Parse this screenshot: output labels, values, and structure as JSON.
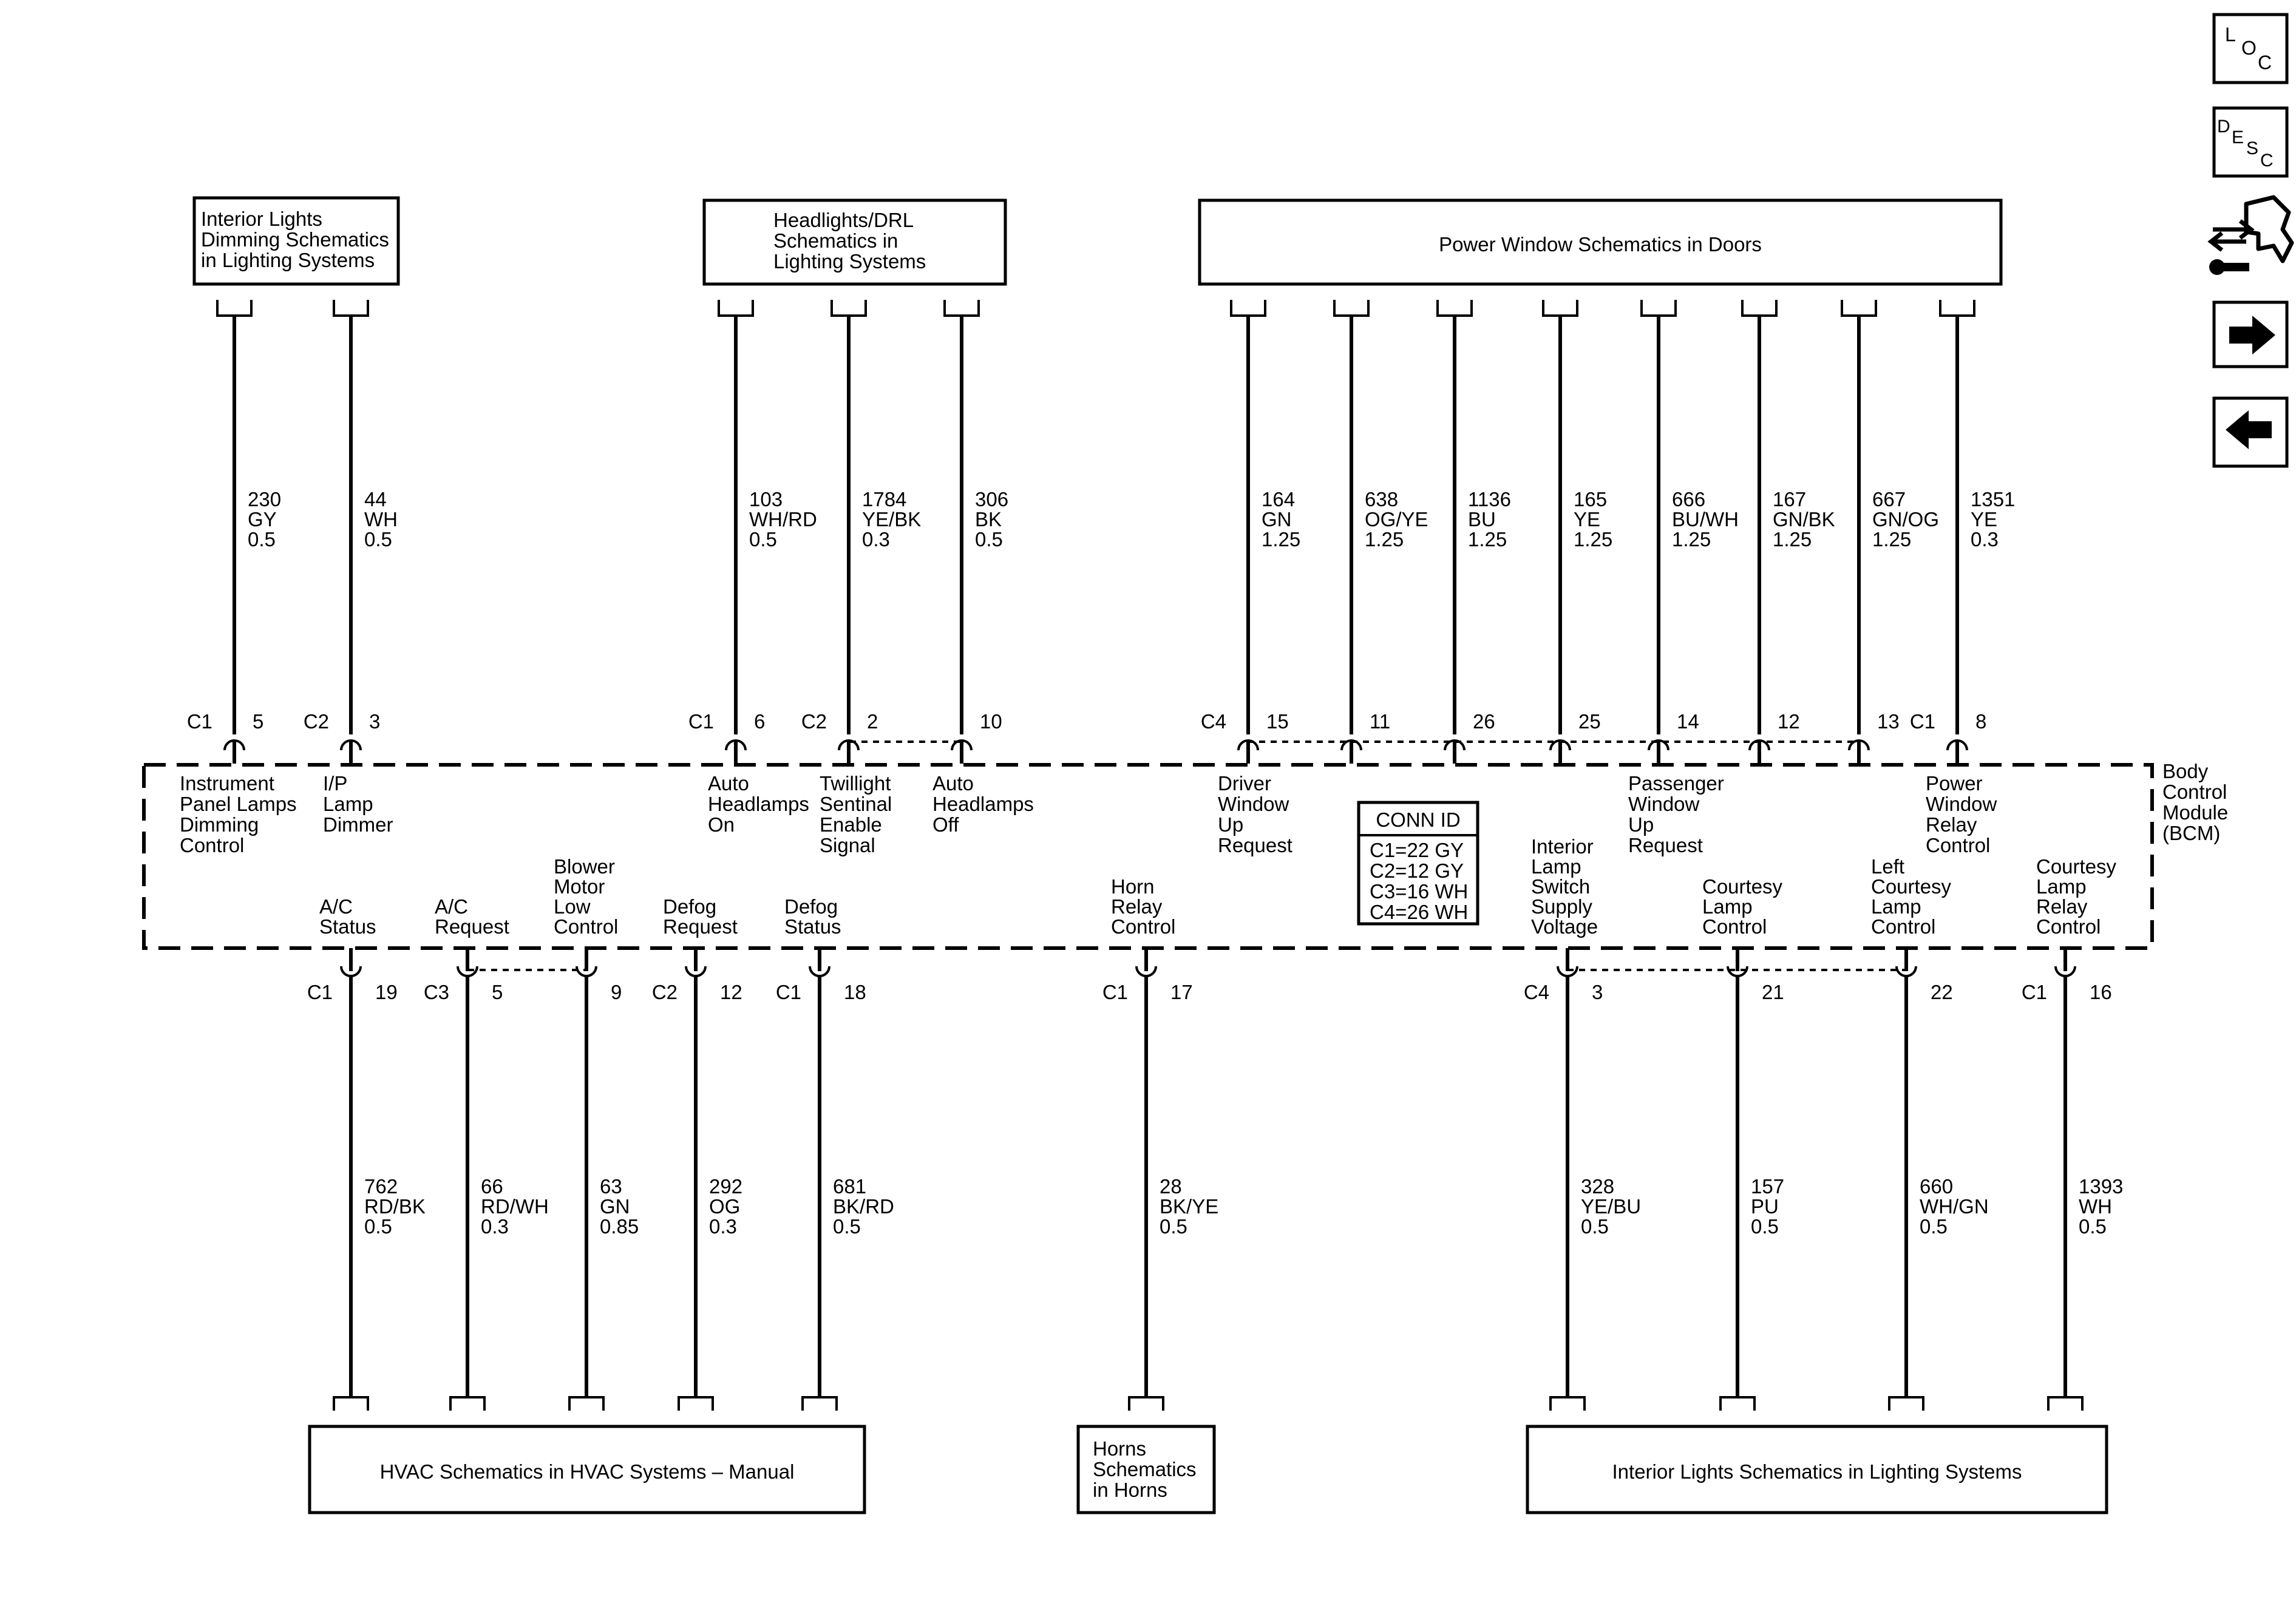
{
  "nav": {
    "loc_letters": [
      "L",
      "O",
      "C"
    ],
    "desc_letters": [
      "D",
      "E",
      "S",
      "C"
    ],
    "icons": [
      "loc-icon",
      "desc-icon",
      "connector-tool-icon",
      "arrow-right-icon",
      "arrow-left-icon"
    ]
  },
  "module": {
    "name_lines": [
      "Body",
      "Control",
      "Module",
      "(BCM)"
    ]
  },
  "conn_id": {
    "title": "CONN ID",
    "rows": [
      "C1=22 GY",
      "C2=12 GY",
      "C3=16 WH",
      "C4=26 WH"
    ]
  },
  "top_boxes": [
    {
      "id": "interior-dimming",
      "lines": [
        "Interior Lights",
        "Dimming Schematics",
        "in Lighting Systems"
      ]
    },
    {
      "id": "headlights-drl",
      "lines": [
        "Headlights/DRL",
        "Schematics in",
        "Lighting Systems"
      ]
    },
    {
      "id": "power-window",
      "lines": [
        "Power Window Schematics in Doors"
      ]
    }
  ],
  "bottom_boxes": [
    {
      "id": "hvac",
      "lines": [
        "HVAC Schematics in HVAC Systems – Manual"
      ]
    },
    {
      "id": "horns",
      "lines": [
        "Horns",
        "Schematics",
        "in Horns"
      ]
    },
    {
      "id": "interior-lights",
      "lines": [
        "Interior Lights Schematics in Lighting Systems"
      ]
    }
  ],
  "top_wires": [
    {
      "connector": "C1",
      "pin": "5",
      "circuit": "230",
      "color": "GY",
      "gauge": "0.5",
      "label": [
        "Instrument",
        "Panel Lamps",
        "Dimming",
        "Control"
      ]
    },
    {
      "connector": "C2",
      "pin": "3",
      "circuit": "44",
      "color": "WH",
      "gauge": "0.5",
      "label": [
        "I/P",
        "Lamp",
        "Dimmer"
      ]
    },
    {
      "connector": "C1",
      "pin": "6",
      "circuit": "103",
      "color": "WH/RD",
      "gauge": "0.5",
      "label": [
        "Auto",
        "Headlamps",
        "On"
      ]
    },
    {
      "connector": "C2",
      "pin": "2",
      "circuit": "1784",
      "color": "YE/BK",
      "gauge": "0.3",
      "label": [
        "Twillight",
        "Sentinal",
        "Enable",
        "Signal"
      ]
    },
    {
      "connector": "",
      "pin": "10",
      "circuit": "306",
      "color": "BK",
      "gauge": "0.5",
      "label": [
        "Auto",
        "Headlamps",
        "Off"
      ]
    },
    {
      "connector": "C4",
      "pin": "15",
      "circuit": "164",
      "color": "GN",
      "gauge": "1.25",
      "label": [
        "Driver",
        "Window",
        "Up",
        "Request"
      ]
    },
    {
      "connector": "",
      "pin": "11",
      "circuit": "638",
      "color": "OG/YE",
      "gauge": "1.25",
      "label": []
    },
    {
      "connector": "",
      "pin": "26",
      "circuit": "1136",
      "color": "BU",
      "gauge": "1.25",
      "label": []
    },
    {
      "connector": "",
      "pin": "25",
      "circuit": "165",
      "color": "YE",
      "gauge": "1.25",
      "label": []
    },
    {
      "connector": "",
      "pin": "14",
      "circuit": "666",
      "color": "BU/WH",
      "gauge": "1.25",
      "label": [
        "Passenger",
        "Window",
        "Up",
        "Request"
      ]
    },
    {
      "connector": "",
      "pin": "12",
      "circuit": "167",
      "color": "GN/BK",
      "gauge": "1.25",
      "label": []
    },
    {
      "connector": "",
      "pin": "13",
      "circuit": "667",
      "color": "GN/OG",
      "gauge": "1.25",
      "label": []
    },
    {
      "connector": "C1",
      "pin": "8",
      "circuit": "1351",
      "color": "YE",
      "gauge": "0.3",
      "label": [
        "Power",
        "Window",
        "Relay",
        "Control"
      ]
    }
  ],
  "bottom_wires": [
    {
      "connector": "C1",
      "pin": "19",
      "circuit": "762",
      "color": "RD/BK",
      "gauge": "0.5",
      "label": [
        "A/C",
        "Status"
      ]
    },
    {
      "connector": "C3",
      "pin": "5",
      "circuit": "66",
      "color": "RD/WH",
      "gauge": "0.3",
      "label": [
        "A/C",
        "Request"
      ]
    },
    {
      "connector": "",
      "pin": "9",
      "circuit": "63",
      "color": "GN",
      "gauge": "0.85",
      "label": [
        "Blower",
        "Motor",
        "Low",
        "Control"
      ]
    },
    {
      "connector": "C2",
      "pin": "12",
      "circuit": "292",
      "color": "OG",
      "gauge": "0.3",
      "label": [
        "Defog",
        "Request"
      ]
    },
    {
      "connector": "C1",
      "pin": "18",
      "circuit": "681",
      "color": "BK/RD",
      "gauge": "0.5",
      "label": [
        "Defog",
        "Status"
      ]
    },
    {
      "connector": "C1",
      "pin": "17",
      "circuit": "28",
      "color": "BK/YE",
      "gauge": "0.5",
      "label": [
        "Horn",
        "Relay",
        "Control"
      ]
    },
    {
      "connector": "C4",
      "pin": "3",
      "circuit": "328",
      "color": "YE/BU",
      "gauge": "0.5",
      "label": [
        "Interior",
        "Lamp",
        "Switch",
        "Supply",
        "Voltage"
      ]
    },
    {
      "connector": "",
      "pin": "21",
      "circuit": "157",
      "color": "PU",
      "gauge": "0.5",
      "label": [
        "Courtesy",
        "Lamp",
        "Control"
      ]
    },
    {
      "connector": "",
      "pin": "22",
      "circuit": "660",
      "color": "WH/GN",
      "gauge": "0.5",
      "label": [
        "Left",
        "Courtesy",
        "Lamp",
        "Control"
      ]
    },
    {
      "connector": "C1",
      "pin": "16",
      "circuit": "1393",
      "color": "WH",
      "gauge": "0.5",
      "label": [
        "Courtesy",
        "Lamp",
        "Relay",
        "Control"
      ]
    }
  ]
}
